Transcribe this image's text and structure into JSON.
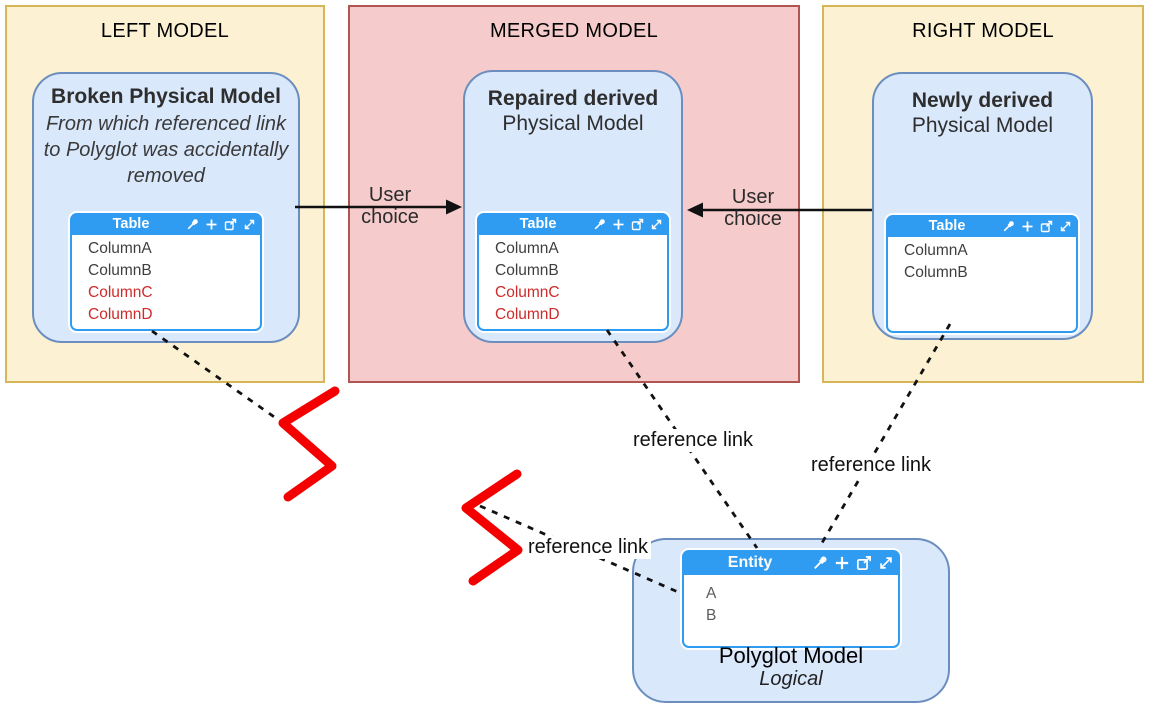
{
  "panels": {
    "left": {
      "title": "LEFT MODEL",
      "model": {
        "heading": "Broken Physical Model",
        "subnote": "From which referenced link to Polyglot was accidentally removed",
        "table": {
          "title": "Table",
          "rows": [
            {
              "name": "ColumnA",
              "highlight": false
            },
            {
              "name": "ColumnB",
              "highlight": false
            },
            {
              "name": "ColumnC",
              "highlight": true
            },
            {
              "name": "ColumnD",
              "highlight": true
            }
          ]
        }
      }
    },
    "merged": {
      "title": "MERGED MODEL",
      "model": {
        "heading": "Repaired derived",
        "subheading": "Physical Model",
        "table": {
          "title": "Table",
          "rows": [
            {
              "name": "ColumnA",
              "highlight": false
            },
            {
              "name": "ColumnB",
              "highlight": false
            },
            {
              "name": "ColumnC",
              "highlight": true
            },
            {
              "name": "ColumnD",
              "highlight": true
            }
          ]
        }
      }
    },
    "right": {
      "title": "RIGHT MODEL",
      "model": {
        "heading": "Newly derived",
        "subheading": "Physical Model",
        "table": {
          "title": "Table",
          "rows": [
            {
              "name": "ColumnA",
              "highlight": false
            },
            {
              "name": "ColumnB",
              "highlight": false
            }
          ]
        }
      }
    }
  },
  "polyglot": {
    "heading": "Polyglot Model",
    "subheading": "Logical",
    "table": {
      "title": "Entity",
      "rows": [
        {
          "name": "A",
          "highlight": false
        },
        {
          "name": "B",
          "highlight": false
        }
      ]
    }
  },
  "connectors": {
    "user_choice_left": {
      "line1": "User",
      "line2": "choice"
    },
    "user_choice_right": {
      "line1": "User",
      "line2": "choice"
    },
    "reference_link_merged": "reference link",
    "reference_link_right": "reference link",
    "reference_link_broken": "reference link"
  },
  "table_header_icons": [
    "eyedropper",
    "plus",
    "open-external",
    "resize-diagonal"
  ],
  "colors": {
    "panel_yellow_bg": "#FCF2D3",
    "panel_yellow_border": "#D6B656",
    "panel_red_bg": "#F5CCCB",
    "panel_red_border": "#B05551",
    "model_blue_bg": "#DAE8FC",
    "model_blue_border": "#6C8EBF",
    "table_header_blue": "#2F9BF1",
    "row_highlight_red": "#CE2B2B",
    "break_red": "#F50000",
    "line_black": "#111111"
  }
}
